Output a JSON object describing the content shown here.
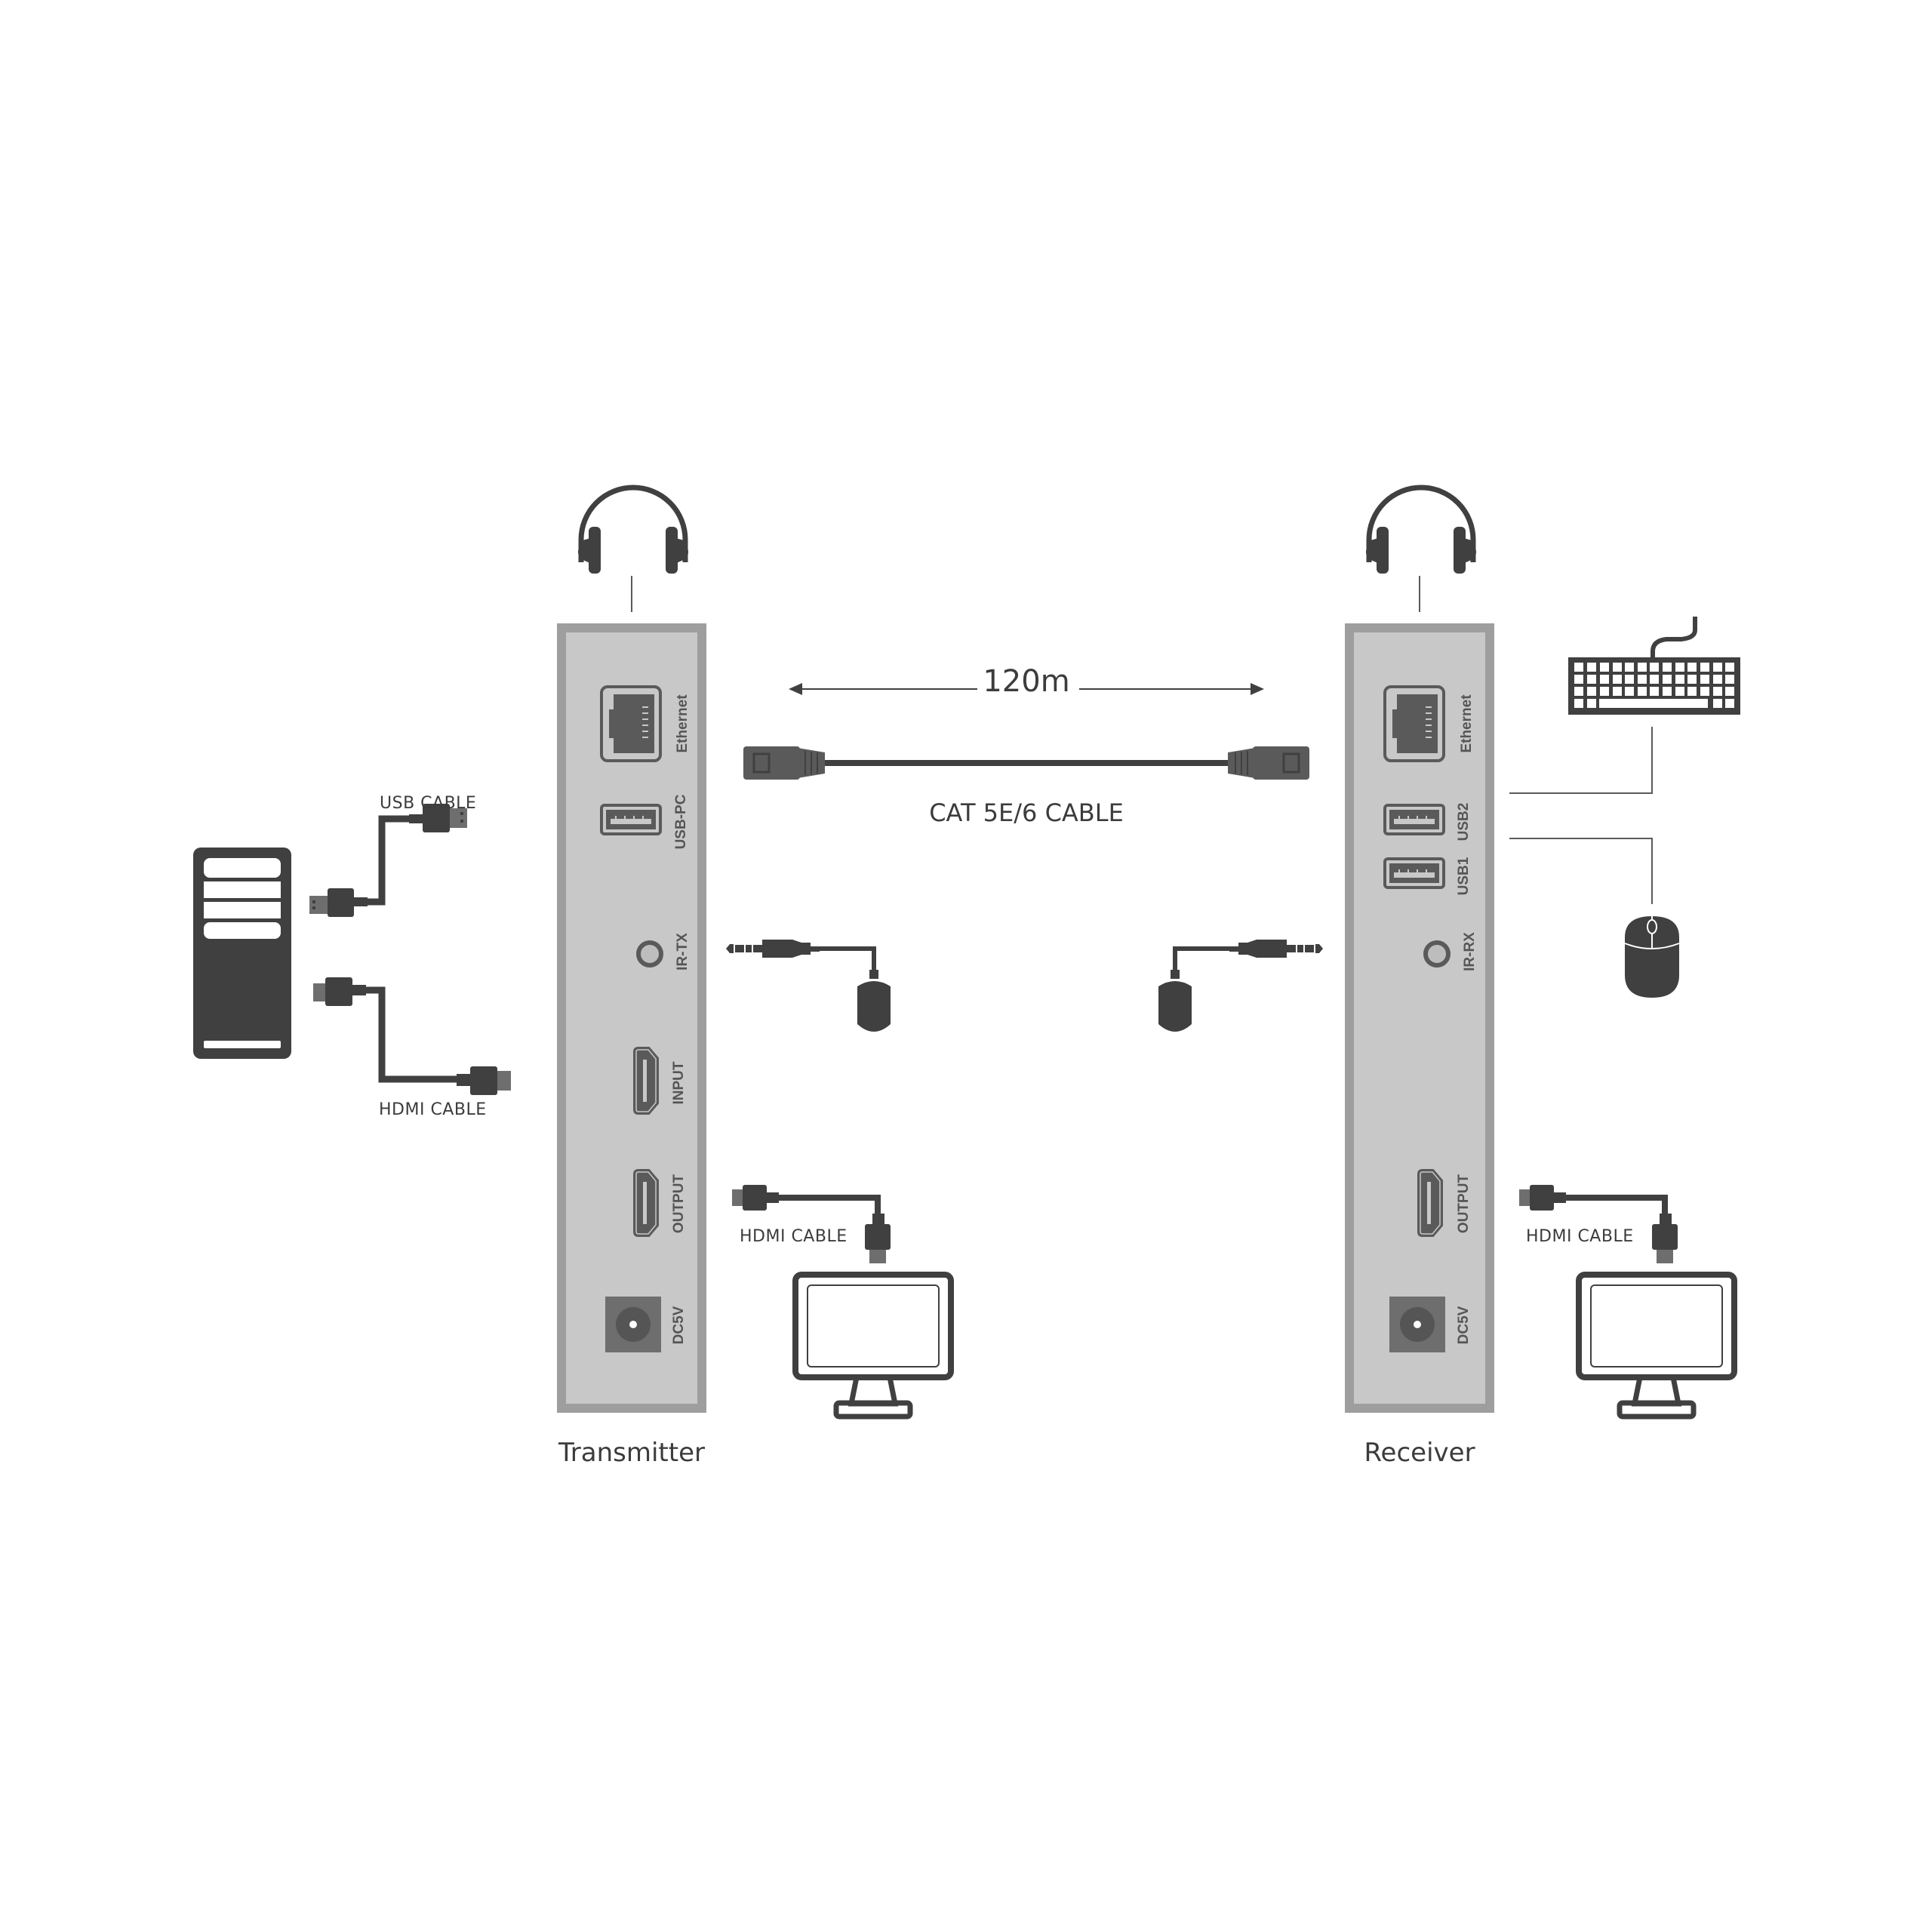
{
  "distance": {
    "label": "120m"
  },
  "network_cable": {
    "label": "CAT 5E/6 CABLE"
  },
  "transmitter": {
    "caption": "Transmitter",
    "ports": {
      "ethernet": "Ethernet",
      "usb_pc": "USB-PC",
      "ir": "IR-TX",
      "input": "INPUT",
      "output": "OUTPUT",
      "power": "DC5V"
    },
    "cables": {
      "usb": "USB CABLE",
      "hdmi_in": "HDMI CABLE",
      "hdmi_out": "HDMI CABLE"
    }
  },
  "receiver": {
    "caption": "Receiver",
    "ports": {
      "ethernet": "Ethernet",
      "usb2": "USB2",
      "usb1": "USB1",
      "ir": "IR-RX",
      "output": "OUTPUT",
      "power": "DC5V"
    },
    "cables": {
      "hdmi_out": "HDMI CABLE"
    }
  },
  "icons": {
    "pc": "pc-tower-icon",
    "headphones": "headphones-icon",
    "monitor": "monitor-icon",
    "keyboard": "keyboard-icon",
    "mouse": "mouse-icon",
    "ir_sensor": "ir-sensor-icon"
  },
  "colors": {
    "device_fill": "#c8c8c8",
    "device_border": "#9e9e9e",
    "icon_dark": "#404040",
    "port_dark": "#5a5a5a",
    "text": "#3c3c3c"
  }
}
